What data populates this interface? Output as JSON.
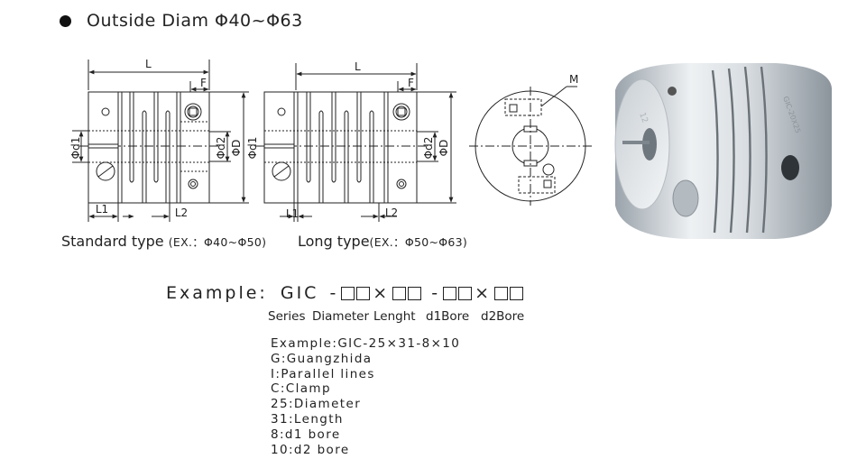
{
  "heading": "Outside Diam Φ40~Φ63",
  "drawing_labels": {
    "L": "L",
    "F": "F",
    "d1": "Φd1",
    "d2": "Φd2",
    "D": "ΦD",
    "L1": "L1",
    "L2": "L2",
    "M": "M"
  },
  "captions": {
    "standard_main": "Standard type",
    "standard_small": "(EX.：Φ40~Φ50)",
    "long_main": "Long type",
    "long_small": "(EX.：Φ50~Φ63)"
  },
  "example_code": {
    "label": "Example:",
    "prefix": "GIC",
    "dash": "-",
    "times": "×"
  },
  "legend": [
    "Series",
    "Diameter",
    "Lenght",
    "d1Bore",
    "d2Bore"
  ],
  "details": [
    "Example:GIC-25×31-8×10",
    "G:Guangzhida",
    "I:Parallel lines",
    "C:Clamp",
    "25:Diameter",
    "31:Length",
    "8:d1 bore",
    "10:d2 bore"
  ],
  "product_marking": {
    "size": "12",
    "model": "GIC-20X25"
  }
}
